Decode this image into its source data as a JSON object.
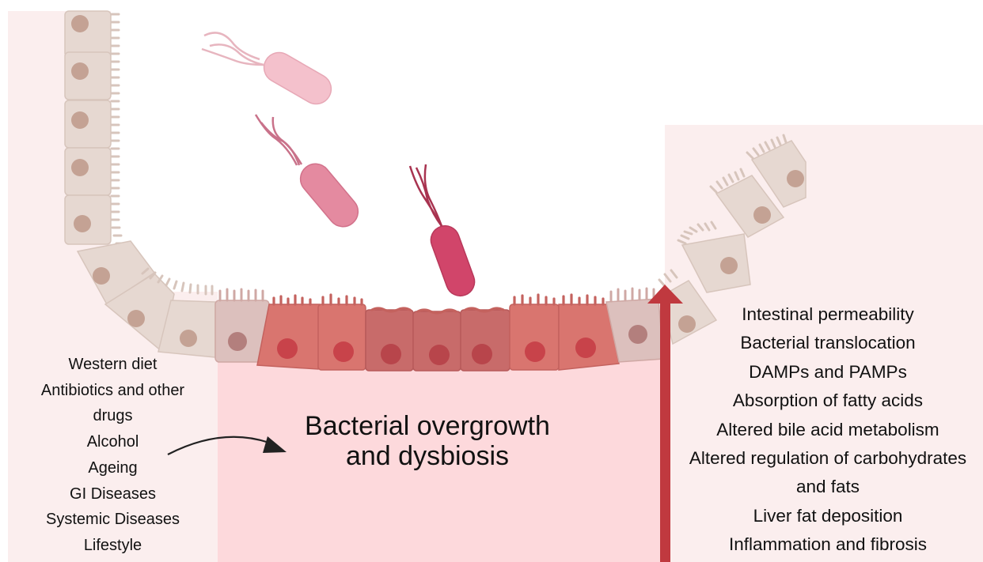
{
  "causes": [
    "Western diet",
    "Antibiotics and other",
    "drugs",
    "Alcohol",
    "Ageing",
    "GI Diseases",
    "Systemic Diseases",
    "Lifestyle"
  ],
  "center": {
    "line1": "Bacterial overgrowth",
    "line2": "and dysbiosis"
  },
  "consequences": [
    "Intestinal permeability",
    "Bacterial translocation",
    "DAMPs and PAMPs",
    "Absorption of fatty acids",
    "Altered bile acid metabolism",
    "Altered regulation of carbohydrates",
    "and fats",
    "Liver fat deposition",
    "Inflammation and fibrosis"
  ],
  "colors": {
    "left_panel_bg": "#fbeeee",
    "center_panel_bg": "#fdd9dc",
    "right_panel_bg": "#fbeeee",
    "healthy_cell": "#e6d8d1",
    "healthy_nucleus": "#c4a294",
    "damaged_cell": "#d9756f",
    "damaged_nucleus": "#c8434a",
    "arrow_red": "#c0393f",
    "bacterium_light": "#f4c1cc",
    "bacterium_mid": "#e48aa0",
    "bacterium_dark": "#d1456a"
  },
  "icons": [
    "epithelial-cell",
    "bacterium",
    "curved-arrow",
    "up-arrow"
  ]
}
